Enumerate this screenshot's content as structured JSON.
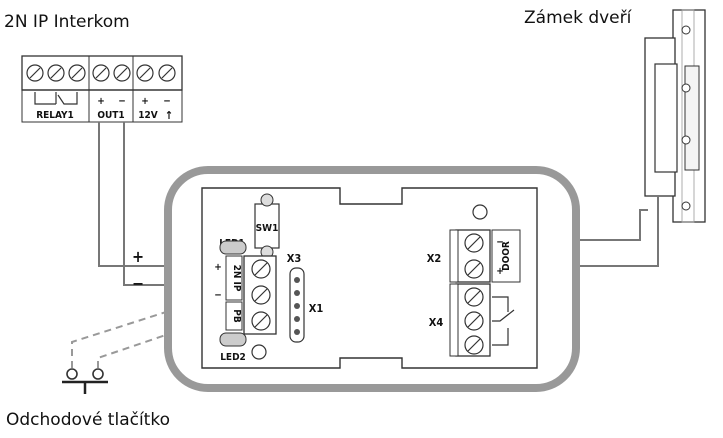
{
  "labels": {
    "intercom": "2N IP Interkom",
    "door_lock": "Zámek dveří",
    "exit_button": "Odchodové tlačítko"
  },
  "intercom_terminals": {
    "relay": "RELAY1",
    "out": "OUT1",
    "power": "12V",
    "power_arrow": "↑",
    "plus": "+",
    "minus": "−"
  },
  "module": {
    "sw1": "SW1",
    "led1": "LED1",
    "led2": "LED2",
    "x1": "X1",
    "x2": "X2",
    "x3": "X3",
    "x4": "X4",
    "in_2nip": "2N IP",
    "in_pb": "PB",
    "in_plus": "+",
    "in_minus": "−",
    "door": "DOOR",
    "door_plus": "+",
    "door_minus": "−"
  },
  "wires": {
    "plus": "+",
    "minus": "−"
  }
}
